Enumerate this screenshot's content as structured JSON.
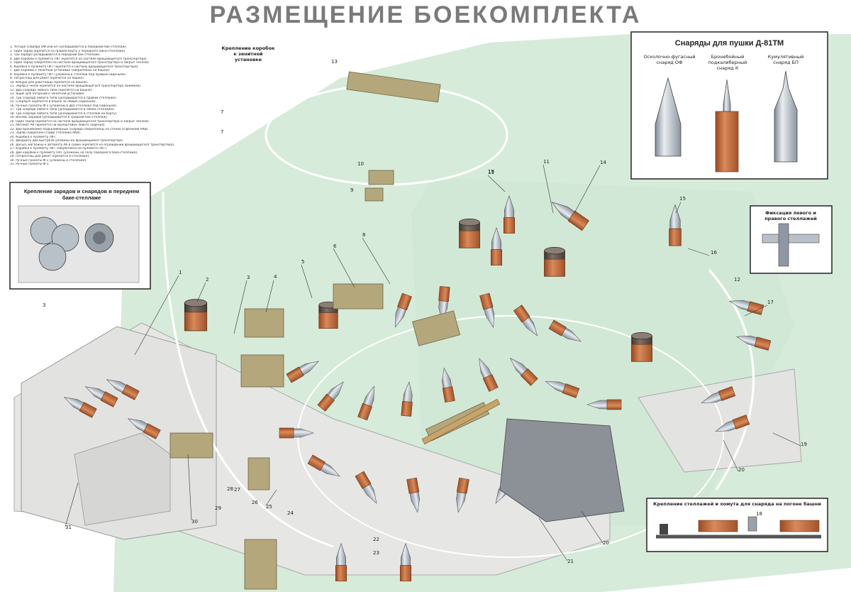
{
  "title": "РАЗМЕЩЕНИЕ БОЕКОМПЛЕКТА",
  "legend": [
    "1. Четыре снаряда ОФ или БП (укладываются в передний бак-стеллаж).",
    "2. Один заряд (крепится на правом борту у переднего бака-стеллажа).",
    "3. Три заряда (укладываются в передний бак-стеллаж).",
    "4. Две коробки к пулемету ПКТ (крепятся на настиле вращающегося транспортера).",
    "5. Один заряд (закреплен на настиле вращающегося транспортера и закрыт чехлом).",
    "6. Коробка к пулемету ПКТ (крепится к настилу вращающегося транспортера).",
    "7. Две коробки к зенитной установке (закреплены на башне).",
    "8. Коробка к пулемету ПКТ (уложена в стеллаж под правым сиденьем).",
    "9. Патронташ для ракет (крепится на башне).",
    "10. Кобура для ракетницы (крепится на башне).",
    "11. Заряд в чехле (крепится на настиле вращающегося транспортера зажимом).",
    "12. Два снаряда любого типа (крепятся на башне).",
    "13. Ящик для патронов к зенитной установке.",
    "14. Три снаряда любого типа (укладываются в правом стеллаже).",
    "15. Снаряд К (крепится в башне за левым сиденьем).",
    "16. Ручные гранаты Ф-1 (уложены в два стеллажа под сиденьем).",
    "17. Три снаряда любого типа (укладываются в левом стеллаже).",
    "18. Три снаряда любого типа (укладываются в стеллаж на борту).",
    "19. Восемь зарядов (укладываются в средний бак-стеллаж).",
    "20. Один заряд (крепится на настиле вращающегося транспортера и закрыт чехлом).",
    "21. Автомат АК (крепится на кронштейне левого сиденья).",
    "22. Два бронебойно-подкалиберных снаряда (закреплены на стенке отделения АКВ).",
    "23. Заряд (закреплен сзади стеллажа АКВ).",
    "24. Коробка к пулемету ПКТ.",
    "25. Двадцать два выстрела уложены во вращающемся транспортере.",
    "26. Досыл, магазины к автомату АК в сумке (крепится на ограждении вращающегося транспортера).",
    "27. Коробка к пулемету ПКТ (закреплена на пулемете ПКТ).",
    "28. Две коробки к пулемету ПКТ (уложены на полу переднего бака-стеллажа).",
    "29. Патронташ для ракет (крепится в стеллаже).",
    "30. Ручные гранаты Ф-1 (уложены в стеллаже).",
    "31. Ручные гранаты Ф-1."
  ],
  "panels": {
    "aa_boxes": {
      "title": "Крепление коробок к зенитной установке"
    },
    "front_rack": {
      "title": "Крепление зарядов и снарядов в переднем баке-стеллаже"
    },
    "projectiles": {
      "title": "Снаряды для пушки Д-81ТМ",
      "items": [
        {
          "label": "Осколочно-фугасный снаряд ОФ"
        },
        {
          "label": "Бронебойный подкалиберный снаряд К"
        },
        {
          "label": "Кумулятивный снаряд БП"
        }
      ]
    },
    "fixation": {
      "title": "Фиксация левого и правого стеллажей"
    },
    "ring_mount": {
      "title": "Крепление стеллажей и хомута для снаряда на погоне башни"
    }
  },
  "callouts": [
    "1",
    "2",
    "3",
    "3",
    "4",
    "5",
    "6",
    "7",
    "7",
    "8",
    "9",
    "10",
    "11",
    "11",
    "12",
    "13",
    "14",
    "15",
    "16",
    "17",
    "18",
    "19",
    "19",
    "20",
    "20",
    "21",
    "22",
    "23",
    "24",
    "25",
    "26",
    "27",
    "28",
    "29",
    "30",
    "31"
  ],
  "colors": {
    "mint": "#d6ebd9",
    "hull": "#e6e6e4",
    "casing": "#c8693a",
    "steel": "#b6bec7",
    "olive": "#b4a77b",
    "dark": "#5a5048"
  }
}
